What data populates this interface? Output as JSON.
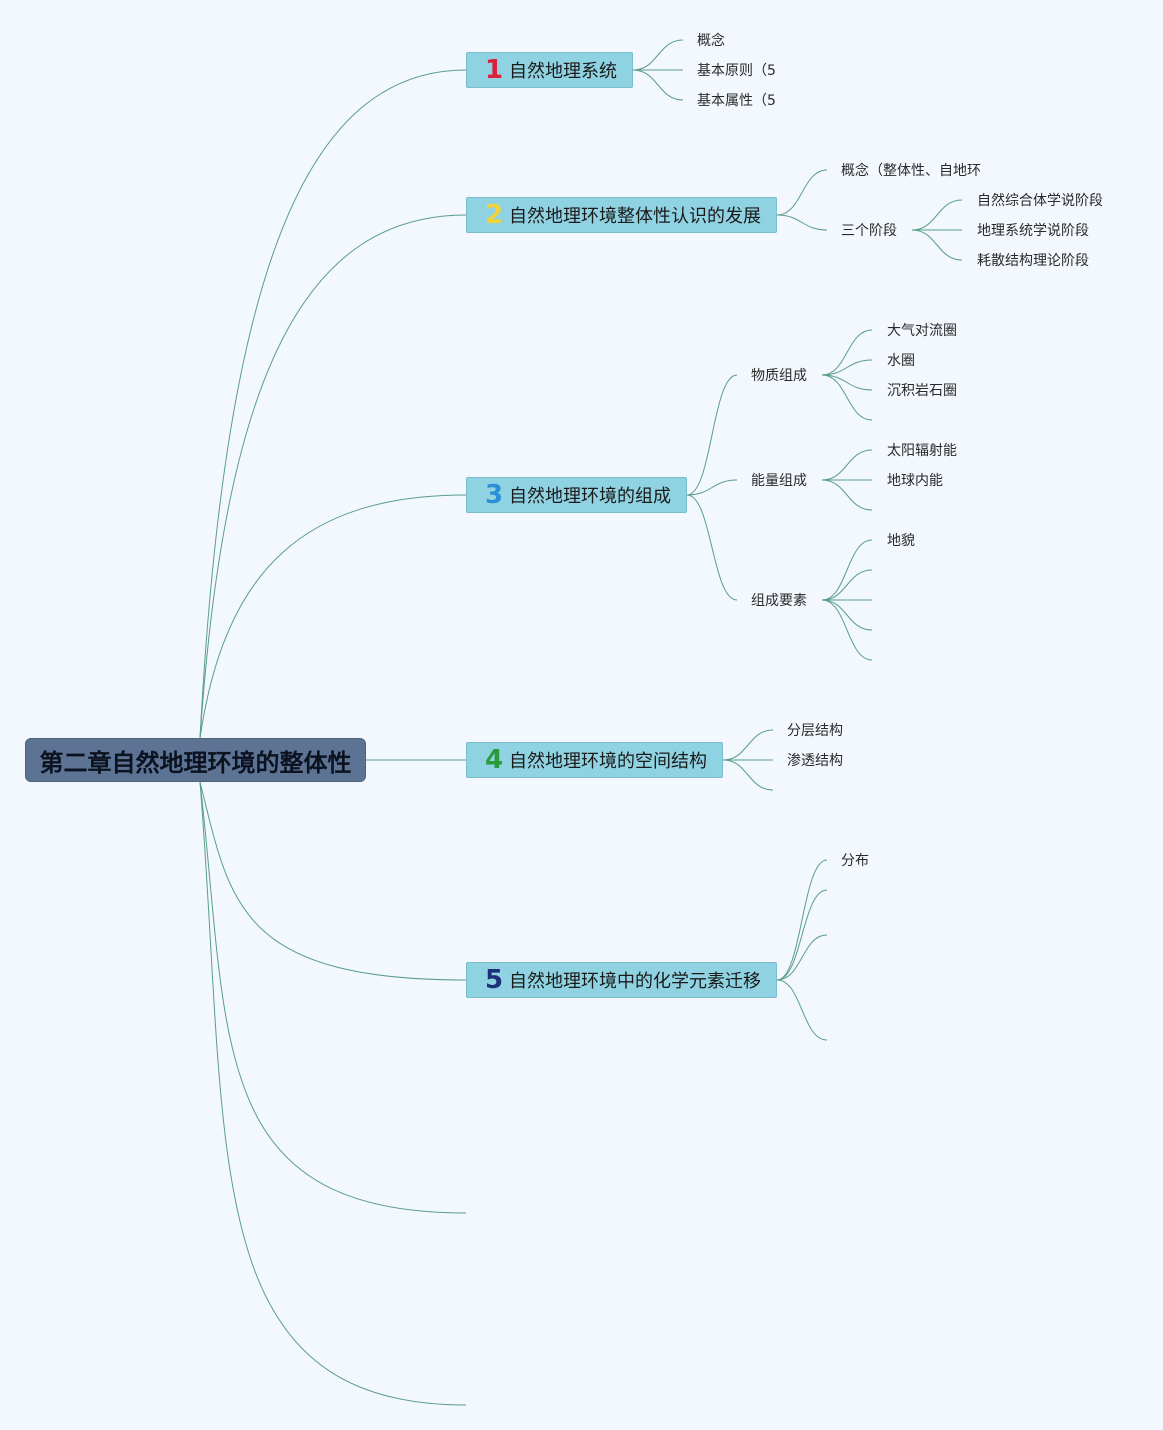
{
  "root": {
    "label": "第二章自然地理环境的整体性"
  },
  "topics": [
    {
      "number": "1",
      "label": "自然地理系统",
      "badge_color": "#d9223a",
      "children": [
        {
          "label": "概念"
        },
        {
          "label": "基本原则（5"
        },
        {
          "label": "基本属性（5"
        }
      ]
    },
    {
      "number": "2",
      "label": "自然地理环境整体性认识的发展",
      "badge_color": "#f0d43a",
      "children": [
        {
          "label": "概念（整体性、自地环"
        },
        {
          "label": "三个阶段",
          "children": [
            {
              "label": "自然综合体学说阶段"
            },
            {
              "label": "地理系统学说阶段"
            },
            {
              "label": "耗散结构理论阶段"
            }
          ]
        }
      ]
    },
    {
      "number": "3",
      "label": "自然地理环境的组成",
      "badge_color": "#2a8fd6",
      "children": [
        {
          "label": "物质组成",
          "children": [
            {
              "label": "大气对流圈"
            },
            {
              "label": "水圈"
            },
            {
              "label": "沉积岩石圈"
            },
            {
              "label": ""
            }
          ]
        },
        {
          "label": "能量组成",
          "children": [
            {
              "label": "太阳辐射能"
            },
            {
              "label": "地球内能"
            },
            {
              "label": ""
            }
          ]
        },
        {
          "label": "组成要素",
          "children": [
            {
              "label": "地貌"
            },
            {
              "label": ""
            },
            {
              "label": ""
            },
            {
              "label": ""
            },
            {
              "label": ""
            }
          ]
        }
      ]
    },
    {
      "number": "4",
      "label": "自然地理环境的空间结构",
      "badge_color": "#2a9a3a",
      "children": [
        {
          "label": "分层结构"
        },
        {
          "label": "渗透结构"
        },
        {
          "label": ""
        }
      ]
    },
    {
      "number": "5",
      "label": "自然地理环境中的化学元素迁移",
      "badge_color": "#1c2f7a",
      "children": [
        {
          "label": "分布"
        },
        {
          "label": ""
        },
        {
          "label": ""
        },
        {
          "label": ""
        }
      ]
    }
  ],
  "colors": {
    "background": "#f3f8fe",
    "root_fill": "#5c7394",
    "topic_fill": "#8fd2e2",
    "line": "#5a9e86"
  }
}
